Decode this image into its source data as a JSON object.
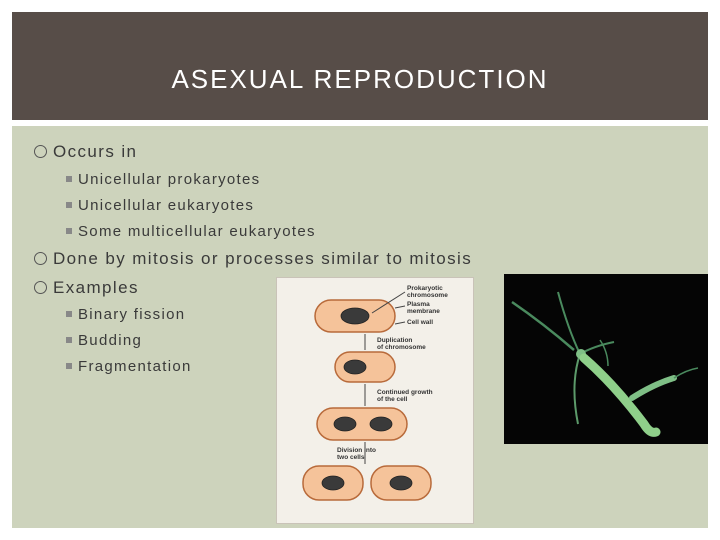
{
  "title": "ASEXUAL REPRODUCTION",
  "bullets": {
    "occurs": "Occurs in",
    "sub1": "Unicellular prokaryotes",
    "sub2": "Unicellular eukaryotes",
    "sub3": "Some multicellular eukaryotes",
    "mitosis": "Done by mitosis or processes similar to mitosis",
    "examples": "Examples",
    "ex1": "Binary fission",
    "ex2": "Budding",
    "ex3": "Fragmentation"
  },
  "diagram_labels": {
    "prokaryotic": "Prokaryotic",
    "chromosome": "chromosome",
    "plasma": "Plasma",
    "membrane": "membrane",
    "cell_wall": "Cell wall",
    "duplication": "Duplication",
    "of_chromosome": "of chromosome",
    "continued": "Continued growth",
    "of_cell": "of the cell",
    "division": "Division into",
    "two_cells": "two cells"
  }
}
